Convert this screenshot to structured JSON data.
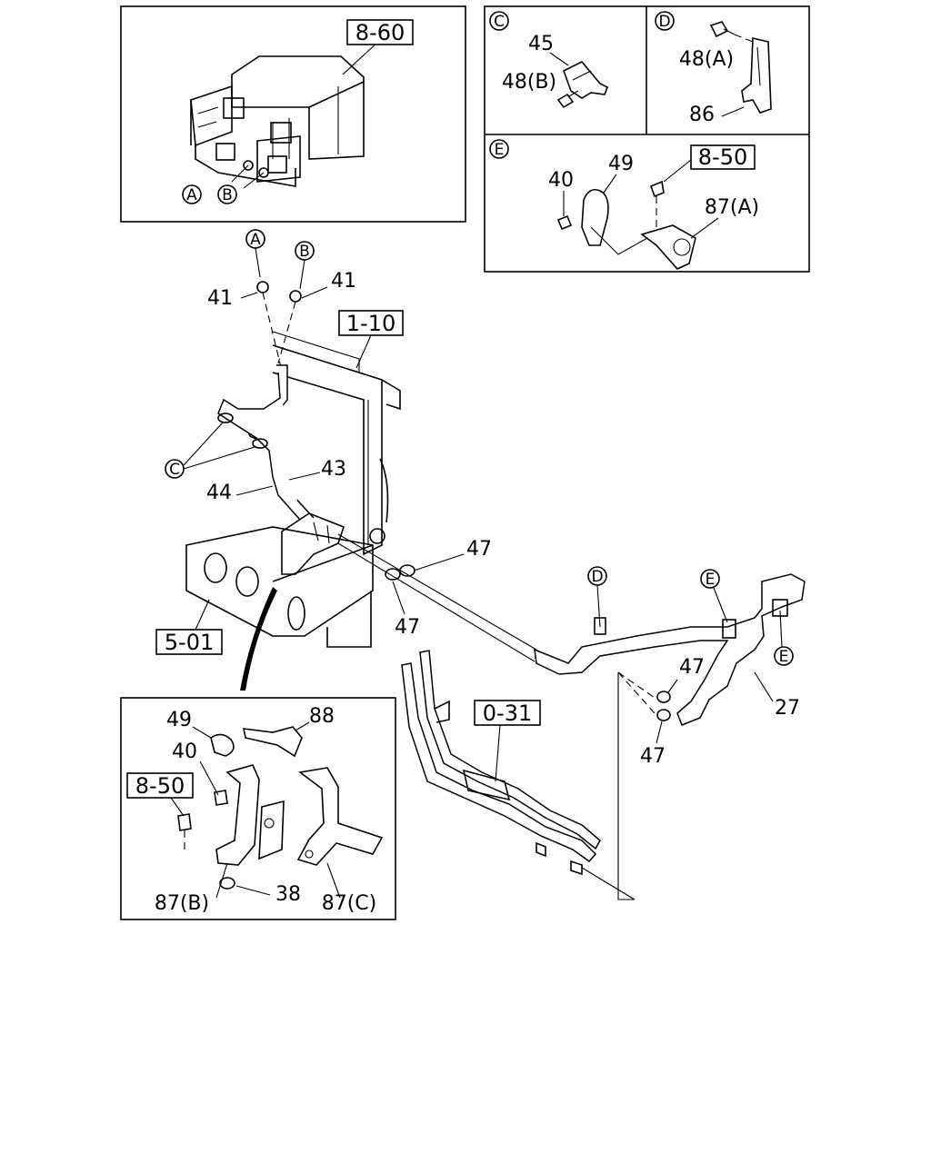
{
  "refs": {
    "r860_a": "8-60",
    "r850_e": "8-50",
    "r110": "1-10",
    "r501": "5-01",
    "r031": "0-31",
    "r850_b": "8-50"
  },
  "circles": {
    "a_box": "A",
    "b_box": "B",
    "c_panel": "C",
    "d_panel": "D",
    "e_panel": "E",
    "a_main": "A",
    "b_main": "B",
    "c_main": "C",
    "d_main": "D",
    "e_main1": "E",
    "e_main2": "E"
  },
  "parts": {
    "p45": "45",
    "p48b": "48(B)",
    "p48a": "48(A)",
    "p86": "86",
    "p40e": "40",
    "p49e": "49",
    "p87a": "87(A)",
    "p41a": "41",
    "p41b": "41",
    "p43": "43",
    "p44": "44",
    "p47a": "47",
    "p47b": "47",
    "p47c": "47",
    "p47d": "47",
    "p27": "27",
    "p49b": "49",
    "p88": "88",
    "p40b": "40",
    "p87b": "87(B)",
    "p38": "38",
    "p87c": "87(C)"
  }
}
